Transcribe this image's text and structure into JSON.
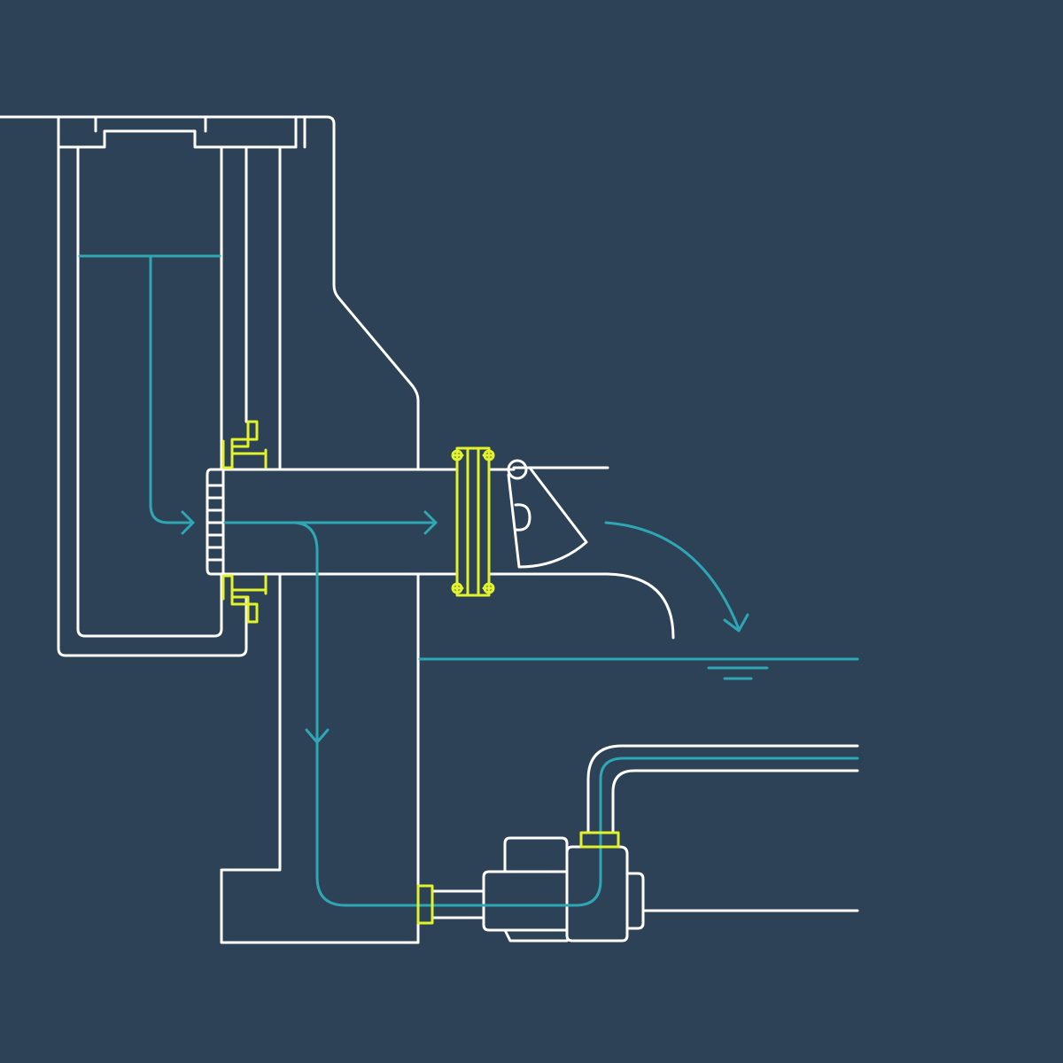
{
  "diagram": {
    "kind": "water-treatment-pump-schematic",
    "colors": {
      "background": "#2d4157",
      "structure": "#ffffff",
      "water_flow": "#2fa7b3",
      "fittings": "#e2f22b"
    },
    "components": [
      "tank",
      "tank-water-level",
      "wall-structure",
      "screen-filter",
      "wall-sleeve-flanges",
      "outlet-pipe",
      "pipe-flange",
      "flap-valve",
      "discharge-spout",
      "receiving-water-surface",
      "pump-inlet-pipe",
      "pump-motor",
      "discharge-pipe",
      "pump-coupling"
    ],
    "flow_paths": [
      "tank-down-to-screen",
      "through-outlet-pipe",
      "spout-discharge-arc",
      "down-to-pump",
      "up-pump-discharge"
    ],
    "labels": []
  }
}
